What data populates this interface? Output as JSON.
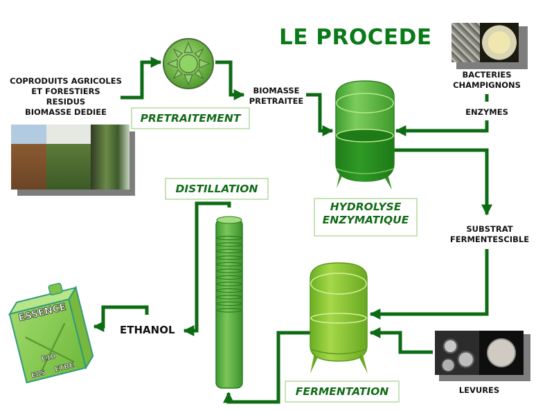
{
  "title": "LE PROCEDE",
  "inputs": {
    "feedstock_lines": [
      "COPRODUITS AGRICOLES",
      "ET FORESTIERS",
      "RESIDUS",
      "BIOMASSE DEDIEE"
    ],
    "biomass_pretreated_lines": [
      "BIOMASSE",
      "PRETRAITEE"
    ],
    "microbes_lines": [
      "BACTERIES",
      "CHAMPIGNONS"
    ],
    "enzymes": "ENZYMES",
    "substrate_lines": [
      "SUBSTRAT",
      "FERMENTESCIBLE"
    ],
    "yeasts": "LEVURES",
    "ethanol": "ETHANOL"
  },
  "steps": {
    "pretreatment": "PRETRAITEMENT",
    "hydrolysis_lines": [
      "HYDROLYSE",
      "ENZYMATIQUE"
    ],
    "fermentation": "FERMENTATION",
    "distillation": "DISTILLATION"
  },
  "fuel_can": {
    "label": "ESSENCE",
    "blends": [
      "E10",
      "E85",
      "ETBE"
    ]
  },
  "icons": {
    "pretreatment": "sun-gear-icon",
    "hydrolysis": "reactor-tank-icon",
    "fermentation": "fermenter-tank-icon",
    "distillation": "distillation-column-icon",
    "fuel": "fuel-can-icon"
  },
  "colors": {
    "brand_green": "#0a7a18",
    "flow_green": "#0d6b14",
    "step_text": "#126b17",
    "step_border": "#c6e3b6",
    "tank_light": "#7bc95a",
    "tank_dark": "#2e8f22"
  }
}
